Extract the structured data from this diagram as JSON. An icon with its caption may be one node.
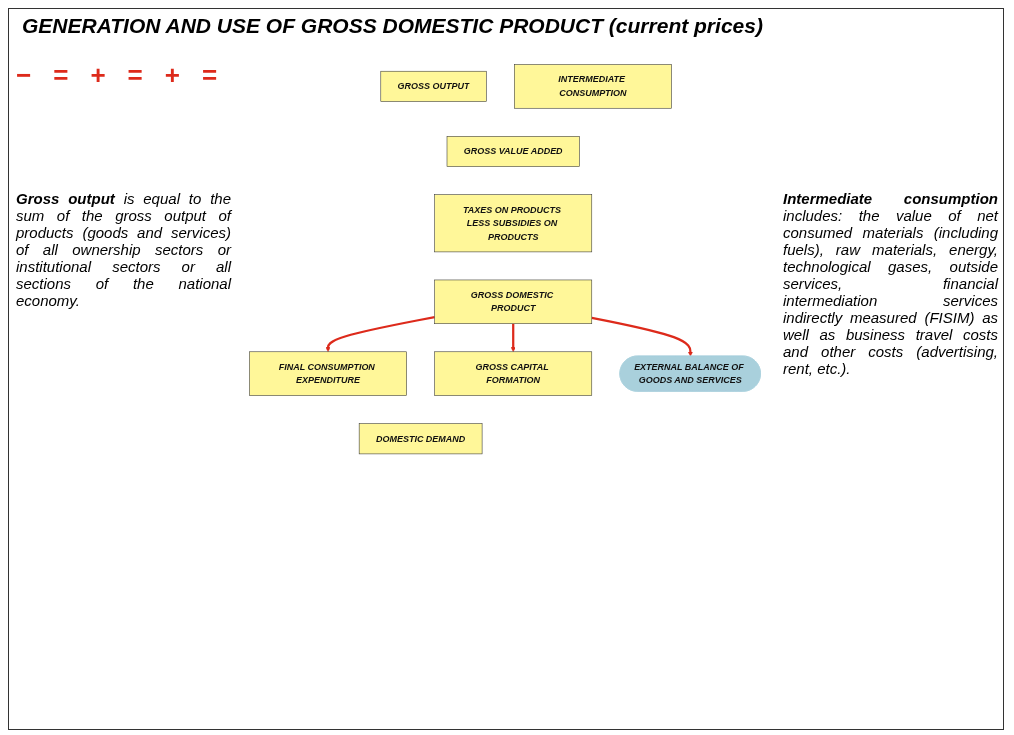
{
  "diagram": {
    "title": "GENERATION AND USE OF GROSS DOMESTIC PRODUCT (current prices)",
    "nodes": [
      {
        "text": [
          "GROSS OUTPUT"
        ]
      },
      {
        "text": [
          "INTERMEDIATE CONSUMPTION"
        ]
      },
      {
        "text": [
          "GROSS VALUE ADDED"
        ]
      },
      {
        "text": [
          "TAXES ON PRODUCTS LESS SUBSIDIES ON PRODUCTS"
        ]
      },
      {
        "text": [
          "GROSS DOMESTIC PRODUCT"
        ]
      },
      {
        "text": [
          "FINAL CONSUMPTION EXPENDITURE"
        ]
      },
      {
        "text": [
          "GROSS CAPITAL FORMATION"
        ]
      },
      {
        "text": [
          "EXTERNAL BALANCE OF GOODS AND SERVICES"
        ]
      },
      {
        "text": [
          "DOMESTIC DEMAND"
        ]
      }
    ],
    "edges": [
      {
        "from": 4,
        "to": 5,
        "arrow": "to",
        "color": "#dd2a1b"
      },
      {
        "from": 4,
        "to": 6,
        "arrow": "to",
        "color": "#dd2a1b"
      },
      {
        "from": 4,
        "to": 7,
        "arrow": "to",
        "color": "#dd2a1b"
      }
    ],
    "labels": [
      "−",
      "=",
      "**Gross output** is equal to the sum of the gross output of products (goods and services) of all ownership sectors or institutional sectors or all sections of the national economy.",
      "**Intermediate consumption** includes: the value of net consumed materials (including fuels), raw materials, energy, technological gases, outside services, financial intermediation services indirectly measured (FISIM) as well as business travel costs and other costs (advertising, rent, etc.).",
      "+",
      "=",
      "+",
      "="
    ]
  }
}
